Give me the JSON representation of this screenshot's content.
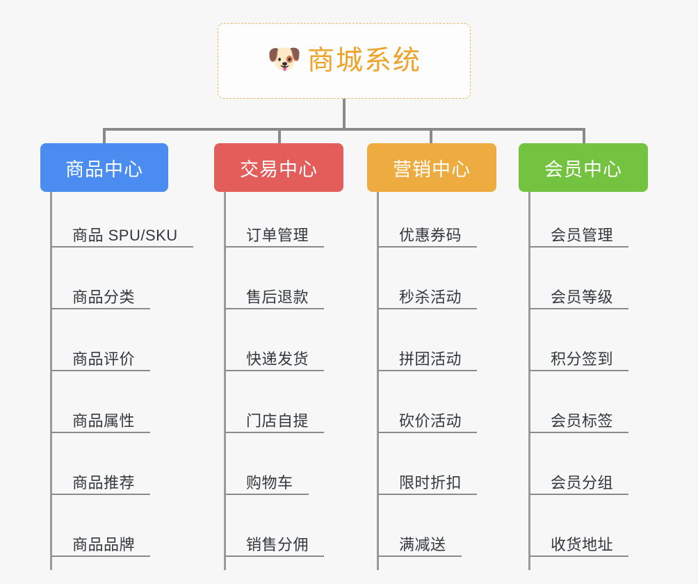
{
  "diagram": {
    "title": "商城系统 mind map",
    "background_color": "#f7f7f7",
    "root": {
      "icon": "dog-face-icon",
      "icon_glyph": "🐶",
      "label": "商城系统",
      "text_color": "#eda22a",
      "border_color": "#e8b765"
    },
    "connector_color": "#8a8a8a",
    "branches": [
      {
        "label": "商品中心",
        "color": "#4a8cf0",
        "items": [
          "商品 SPU/SKU",
          "商品分类",
          "商品评价",
          "商品属性",
          "商品推荐",
          "商品品牌"
        ]
      },
      {
        "label": "交易中心",
        "color": "#e35d5b",
        "items": [
          "订单管理",
          "售后退款",
          "快递发货",
          "门店自提",
          "购物车",
          "销售分佣"
        ]
      },
      {
        "label": "营销中心",
        "color": "#eeab40",
        "items": [
          "优惠券码",
          "秒杀活动",
          "拼团活动",
          "砍价活动",
          "限时折扣",
          "满减送"
        ]
      },
      {
        "label": "会员中心",
        "color": "#73c340",
        "items": [
          "会员管理",
          "会员等级",
          "积分签到",
          "会员标签",
          "会员分组",
          "收货地址"
        ]
      }
    ]
  }
}
